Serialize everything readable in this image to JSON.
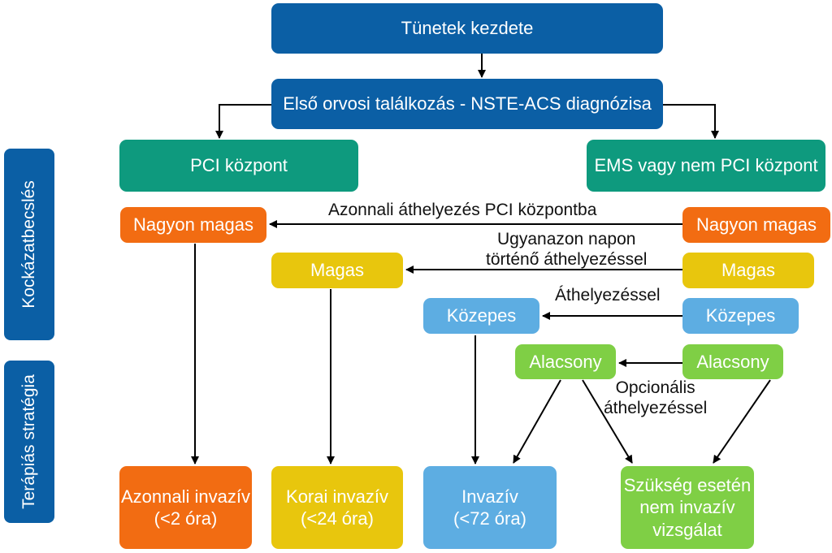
{
  "top": {
    "onset": "Tünetek kezdete",
    "first_contact": "Első orvosi találkozás - NSTE-ACS diagnózisa"
  },
  "centers": {
    "pci": "PCI központ",
    "non_pci": "EMS vagy nem PCI központ"
  },
  "side_labels": {
    "risk": "Kockázatbecslés",
    "therapy": "Terápiás stratégia"
  },
  "risk_left": {
    "very_high": "Nagyon magas",
    "high": "Magas",
    "intermediate": "Közepes",
    "low": "Alacsony"
  },
  "risk_right": {
    "very_high": "Nagyon magas",
    "high": "Magas",
    "intermediate": "Közepes",
    "low": "Alacsony"
  },
  "transfer_labels": {
    "immediate": "Azonnali áthelyezés PCI központba",
    "same_day_line1": "Ugyanazon napon",
    "same_day_line2": "történő áthelyezéssel",
    "with_transfer": "Áthelyezéssel",
    "optional_line1": "Opcionális",
    "optional_line2": "áthelyezéssel"
  },
  "strategies": {
    "immediate_line1": "Azonnali invazív",
    "immediate_line2": "(<2 óra)",
    "early_line1": "Korai invazív",
    "early_line2": "(<24 óra)",
    "invasive_line1": "Invazív",
    "invasive_line2": "(<72 óra)",
    "noninvasive_line1": "Szükség esetén",
    "noninvasive_line2": "nem invazív",
    "noninvasive_line3": "vizsgálat"
  },
  "colors": {
    "navy": "#0b5fa5",
    "teal": "#0e9a7e",
    "orange": "#f26c12",
    "yellow": "#e8c60d",
    "blue": "#5dade2",
    "green": "#7fcf45"
  }
}
